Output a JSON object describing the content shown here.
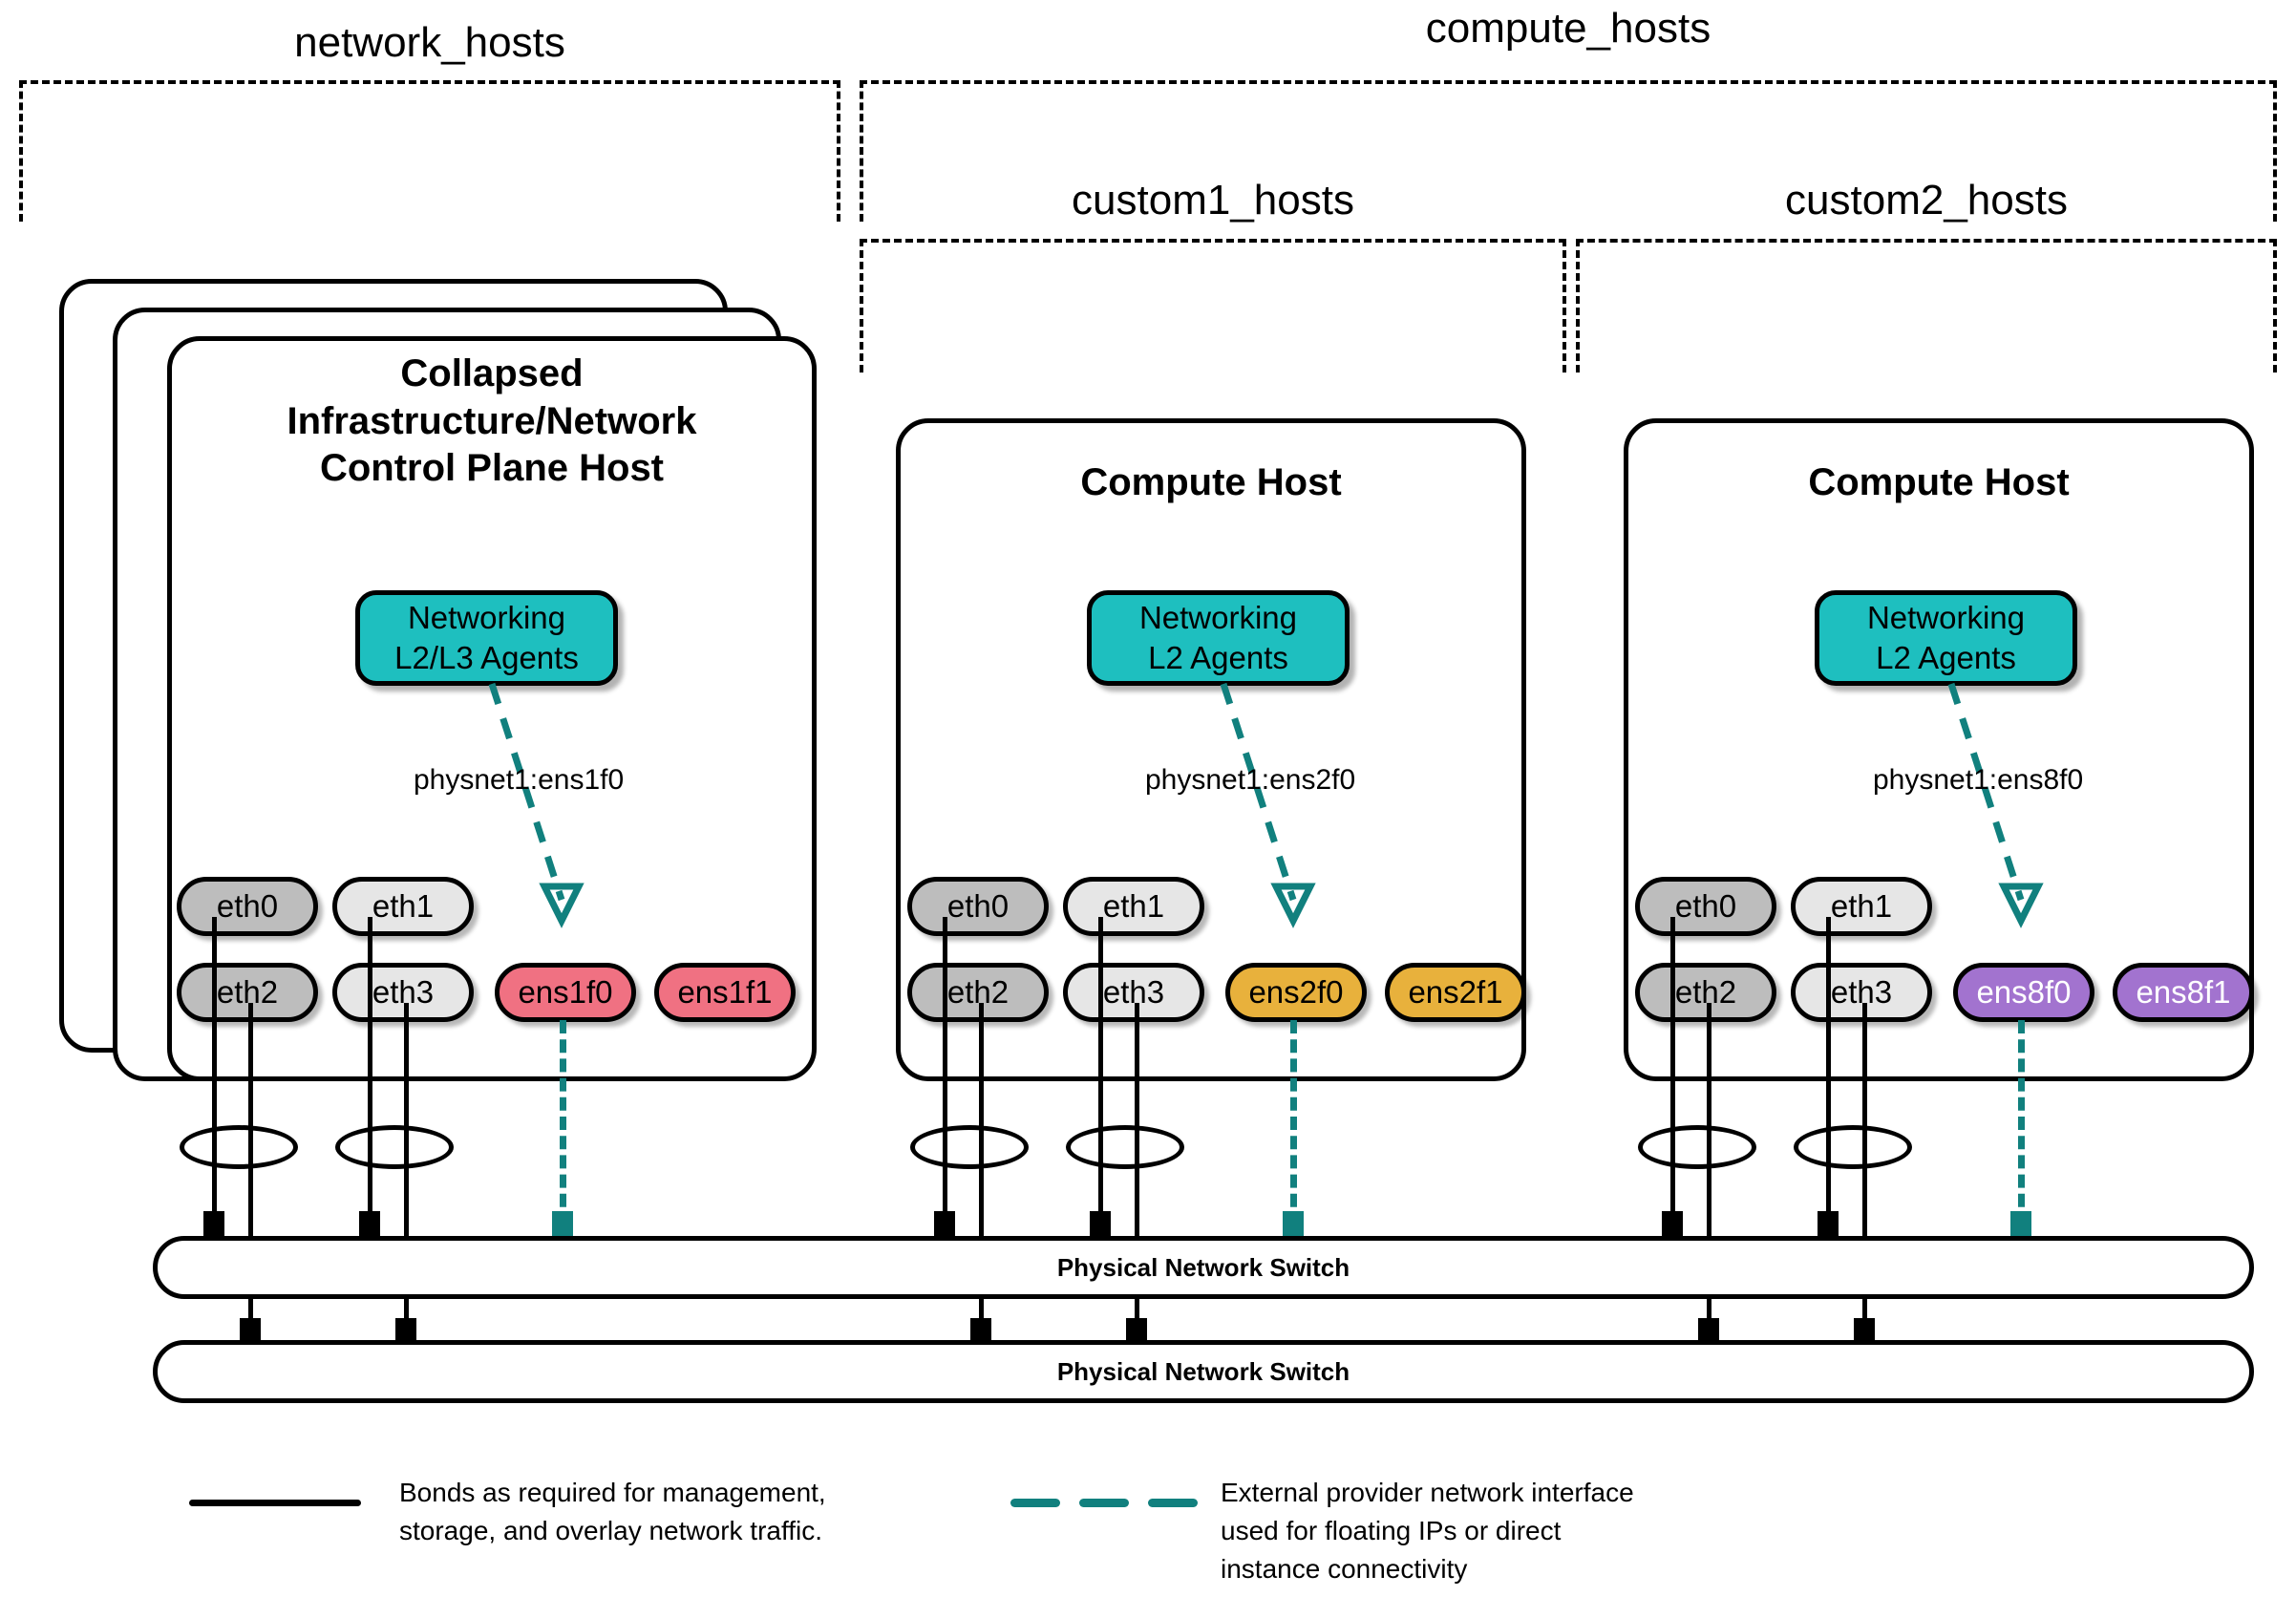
{
  "diagram": {
    "title": "OpenStack network node and compute node NIC topology"
  },
  "groups": [
    {
      "id": "network_hosts",
      "label": "network_hosts"
    },
    {
      "id": "compute_hosts",
      "label": "compute_hosts"
    },
    {
      "id": "custom1_hosts",
      "label": "custom1_hosts"
    },
    {
      "id": "custom2_hosts",
      "label": "custom2_hosts"
    }
  ],
  "hosts": [
    {
      "id": "controller",
      "title": "Collapsed\nInfrastructure/Network\nControl Plane Host",
      "stacked": true,
      "agent": {
        "label": "Networking\nL2/L3 Agents",
        "color": "#1ebfbf"
      },
      "physnet": "physnet1:ens1f0",
      "nics_top": [
        {
          "name": "eth0",
          "color": "#bdbdbd",
          "text_color": "#000000"
        },
        {
          "name": "eth1",
          "color": "#e6e6e6",
          "text_color": "#000000"
        }
      ],
      "nics_bottom": [
        {
          "name": "eth2",
          "color": "#bdbdbd",
          "text_color": "#000000"
        },
        {
          "name": "eth3",
          "color": "#e6e6e6",
          "text_color": "#000000"
        },
        {
          "name": "ens1f0",
          "color": "#f07182",
          "text_color": "#000000"
        },
        {
          "name": "ens1f1",
          "color": "#f07182",
          "text_color": "#000000"
        }
      ]
    },
    {
      "id": "compute1",
      "title": "Compute Host",
      "stacked": false,
      "agent": {
        "label": "Networking\nL2 Agents",
        "color": "#1ebfbf"
      },
      "physnet": "physnet1:ens2f0",
      "nics_top": [
        {
          "name": "eth0",
          "color": "#bdbdbd",
          "text_color": "#000000"
        },
        {
          "name": "eth1",
          "color": "#e6e6e6",
          "text_color": "#000000"
        }
      ],
      "nics_bottom": [
        {
          "name": "eth2",
          "color": "#bdbdbd",
          "text_color": "#000000"
        },
        {
          "name": "eth3",
          "color": "#e6e6e6",
          "text_color": "#000000"
        },
        {
          "name": "ens2f0",
          "color": "#e8b13c",
          "text_color": "#000000"
        },
        {
          "name": "ens2f1",
          "color": "#e8b13c",
          "text_color": "#000000"
        }
      ]
    },
    {
      "id": "compute2",
      "title": "Compute Host",
      "stacked": false,
      "agent": {
        "label": "Networking\nL2 Agents",
        "color": "#1ebfbf"
      },
      "physnet": "physnet1:ens8f0",
      "nics_top": [
        {
          "name": "eth0",
          "color": "#bdbdbd",
          "text_color": "#000000"
        },
        {
          "name": "eth1",
          "color": "#e6e6e6",
          "text_color": "#000000"
        }
      ],
      "nics_bottom": [
        {
          "name": "eth2",
          "color": "#bdbdbd",
          "text_color": "#000000"
        },
        {
          "name": "eth3",
          "color": "#e6e6e6",
          "text_color": "#000000"
        },
        {
          "name": "ens8f0",
          "color": "#a273cf",
          "text_color": "#ffffff"
        },
        {
          "name": "ens8f1",
          "color": "#a273cf",
          "text_color": "#ffffff"
        }
      ]
    }
  ],
  "switches": [
    {
      "id": "switch_top",
      "label": "Physical Network Switch"
    },
    {
      "id": "switch_bottom",
      "label": "Physical Network Switch"
    }
  ],
  "legend": [
    {
      "id": "bond-legend",
      "style": "solid",
      "color": "#000000",
      "text": "Bonds as required for management,\nstorage, and overlay network traffic."
    },
    {
      "id": "provider-legend",
      "style": "dashed",
      "color": "#11807e",
      "text": "External provider network interface\nused for floating IPs or direct\ninstance connectivity"
    }
  ],
  "colors": {
    "teal_fill": "#1ebfbf",
    "teal_line": "#11807e",
    "nic_dark_gray": "#bdbdbd",
    "nic_light_gray": "#e6e6e6",
    "nic_pink": "#f07182",
    "nic_orange": "#e8b13c",
    "nic_purple": "#a273cf",
    "outline": "#000000"
  }
}
